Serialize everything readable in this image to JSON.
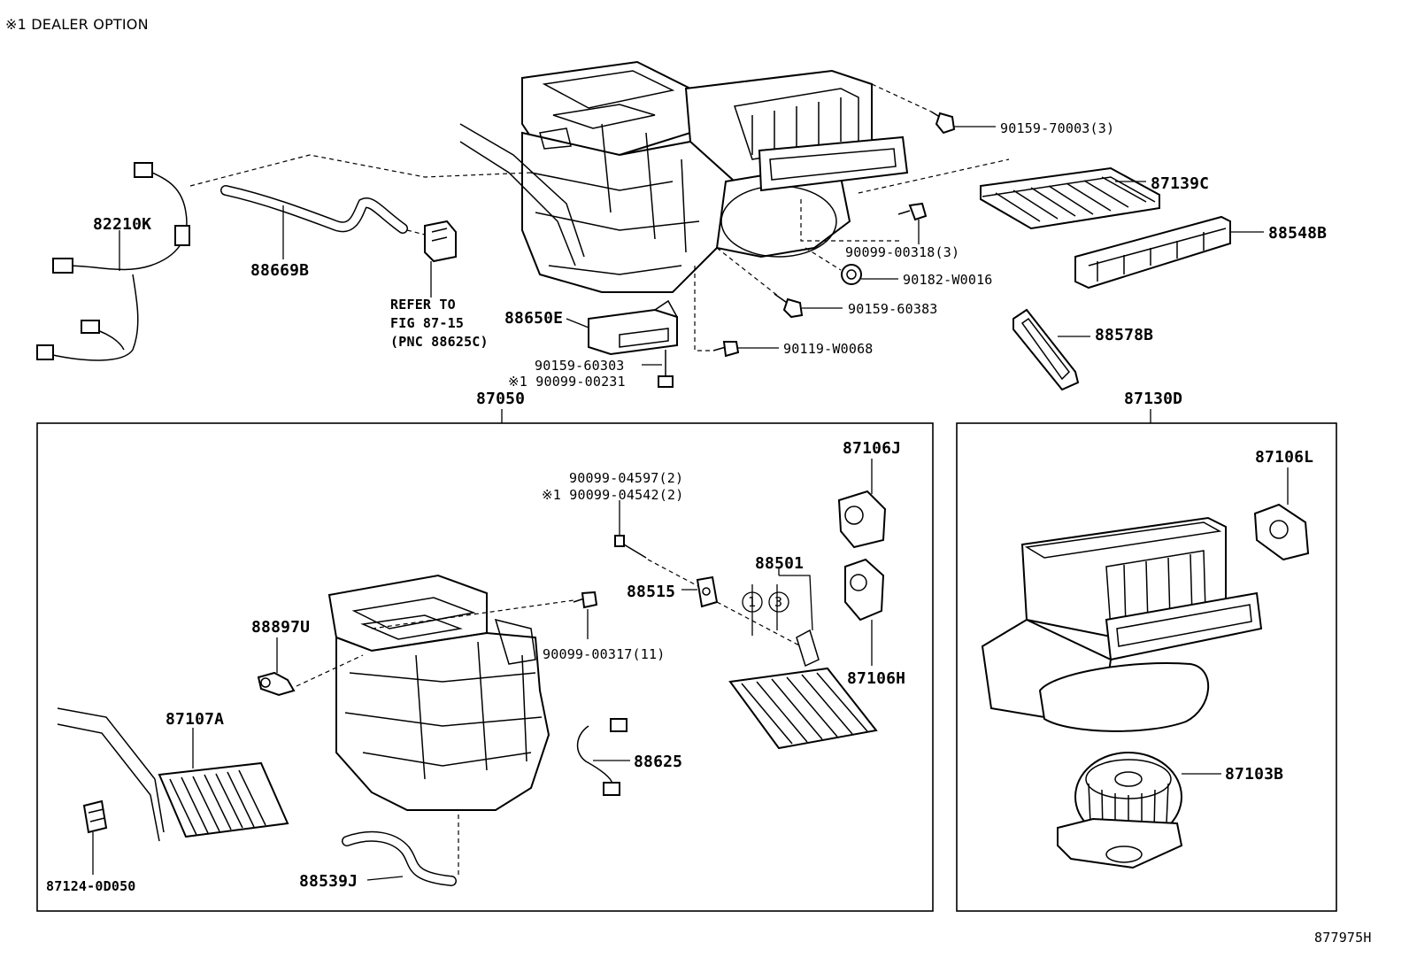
{
  "header_note": "※1 DEALER OPTION",
  "figure_code": "877975H",
  "assemblies": {
    "main_unit": "87050",
    "blower_unit": "87130D"
  },
  "parts": {
    "p82210K": "82210K",
    "p88669B": "88669B",
    "refer_line1": "REFER TO",
    "refer_line2": "FIG 87-15",
    "refer_line3": "(PNC 88625C)",
    "p88650E": "88650E",
    "p90159_60303": "90159-60303",
    "p90099_00231": "※1 90099-00231",
    "p90159_70003": "90159-70003(3)",
    "p87139C": "87139C",
    "p88548B": "88548B",
    "p90099_00318": "90099-00318(3)",
    "p90182_W0016": "90182-W0016",
    "p90159_60383": "90159-60383",
    "p90119_W0068": "90119-W0068",
    "p88578B": "88578B",
    "p90099_04597": "90099-04597(2)",
    "p90099_04542": "※1 90099-04542(2)",
    "p87106J": "87106J",
    "p88501": "88501",
    "p88515": "88515",
    "p90099_00317": "90099-00317(11)",
    "p88897U": "88897U",
    "p87107A": "87107A",
    "p88625": "88625",
    "p87106H": "87106H",
    "p87124_0D050": "87124-0D050",
    "p88539J": "88539J",
    "p87106L": "87106L",
    "p87103B": "87103B",
    "circle_1": "1",
    "circle_3": "3"
  }
}
